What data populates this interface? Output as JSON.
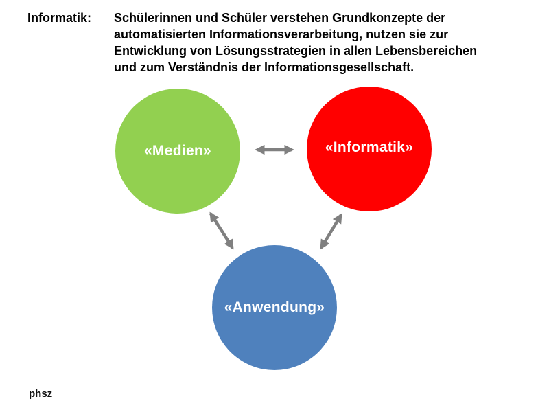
{
  "header": {
    "label": "Informatik:",
    "text": "Schülerinnen und Schüler verstehen Grundkonzepte der\nautomatisierten Informationsverarbeitung,  nutzen sie zur\nEntwicklung von Lösungsstrategien in allen Lebensbereichen\nund zum Verständnis der Informationsgesellschaft."
  },
  "diagram": {
    "nodes": [
      {
        "id": "medien",
        "label": "«Medien»",
        "color": "#92D050"
      },
      {
        "id": "informatik",
        "label": "«Informatik»",
        "color": "#FF0000"
      },
      {
        "id": "anwendung",
        "label": "«Anwendung»",
        "color": "#4F81BD"
      }
    ],
    "edges": [
      {
        "from": "medien",
        "to": "informatik",
        "type": "bidirectional"
      },
      {
        "from": "medien",
        "to": "anwendung",
        "type": "bidirectional"
      },
      {
        "from": "informatik",
        "to": "anwendung",
        "type": "bidirectional"
      }
    ],
    "arrow_color": "#808080"
  },
  "footer": {
    "logo": "phsz"
  }
}
